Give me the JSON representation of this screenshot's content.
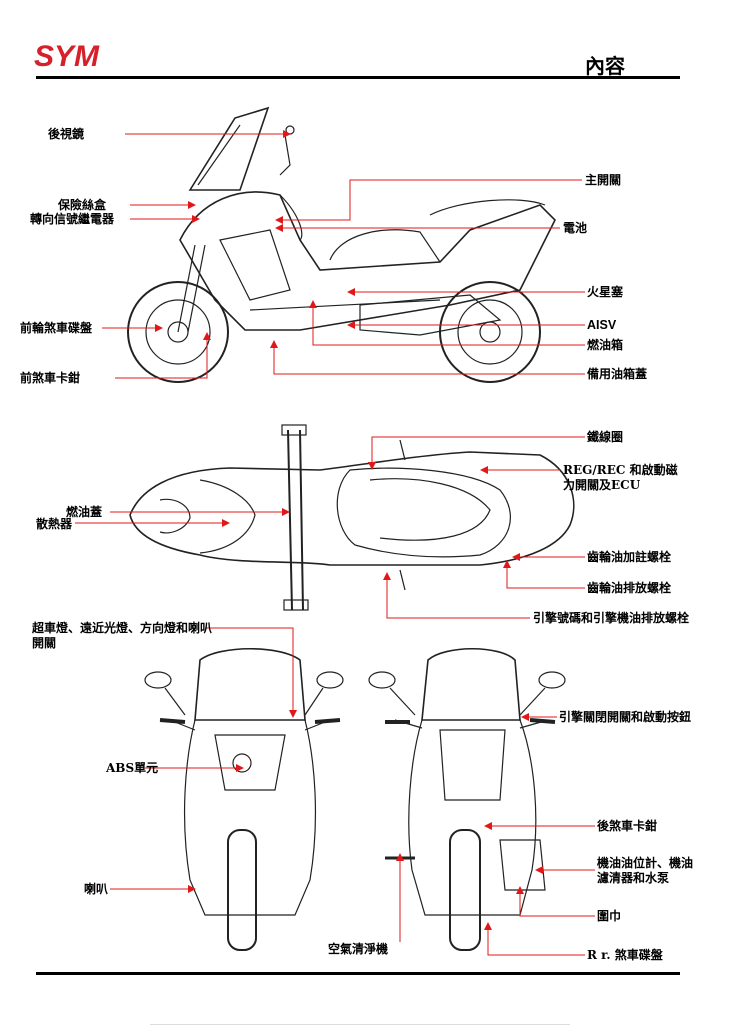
{
  "header": {
    "brand": "SYM",
    "title": "內容"
  },
  "side_view": {
    "mirror": "後視鏡",
    "fuse_box": "保險絲盒",
    "turn_relay": "轉向信號繼電器",
    "front_disc": "前輪煞車碟盤",
    "front_caliper": "前煞車卡鉗",
    "main_switch": "主開關",
    "battery": "電池",
    "spark_plug": "火星塞",
    "aisv": "AISV",
    "fuel_tank": "燃油箱",
    "spare_fuel_cap": "備用油箱蓋"
  },
  "top_view": {
    "fuel_cap": "燃油蓋",
    "radiator": "散熱器",
    "coil": "鐵線圈",
    "reg_rec_1": "REG/REC 和啟動磁",
    "reg_rec_2": "力開關及ECU",
    "gear_fill": "齒輪油加註螺栓",
    "gear_drain": "齒輪油排放螺栓",
    "engine_no": "引擎號碼和引擎機油排放螺栓"
  },
  "front_rear_view": {
    "light_switch_1": "超車燈、遠近光燈、方向燈和喇叭",
    "light_switch_2": "開關",
    "abs": "ABS單元",
    "horn": "喇叭",
    "air_cleaner": "空氣清淨機",
    "engine_stop": "引擎關閉開關和啟動按鈕",
    "rear_caliper": "後煞車卡鉗",
    "oil_gauge_1": "機油油位計、機油",
    "oil_gauge_2": "濾清器和水泵",
    "towel": "圍巾",
    "rear_disc": "R r. 煞車碟盤"
  }
}
